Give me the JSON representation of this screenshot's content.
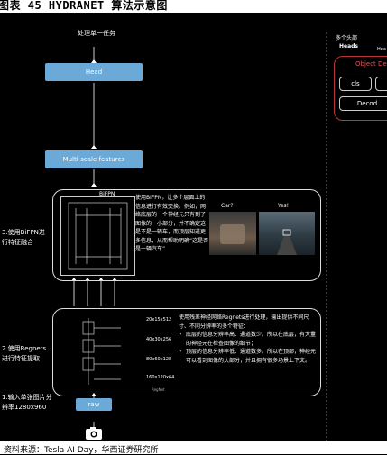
{
  "header": {
    "title": "图表 45 HYDRANET 算法示意图"
  },
  "diagram": {
    "top_title": "处理单一任务",
    "head_label": "Head",
    "multiscale_label": "Multi-scale features",
    "bifpn_box_label": "BiFPN",
    "bifpn_text": "使用BiFPN，让多个层面上的信息进行有效交换。例如，网络底层的一个神经元只有到了图像的一小部分，并不确定这是不是一辆车，而顶层知道更多信息，从而帮助明确“这是否是一辆汽车”",
    "car_label": "Car?",
    "yes_label": "Yes!",
    "regnets_text_intro": "使用残差神经网络Regnets进行处理，输出提供不同尺寸、不同分辨率的多个特征：",
    "regnets_bullets": [
      "底层的信息分辨率高、通道数少。所以在底层，有大量的神经元在检查图像的细节；",
      "顶层的信息分辨率低、通道数多。所以在顶部，神经元可以看到图像的大部分，并且拥有很多场景上下文。"
    ],
    "feature_sizes": [
      "20x15x512",
      "40x30x256",
      "80x60x128",
      "160x120x64"
    ],
    "regnet_label": "RegNet",
    "raw_label": "raw",
    "steps": [
      "3.使用BiFPN进行特征融合",
      "2.使用Regnets进行特征提取",
      "1.输入单张图片分辨率1280x960"
    ],
    "right_panel": {
      "title": "多个头部",
      "heads_label": "Heads",
      "heads_label2": "Hea",
      "object_label": "Object De",
      "cls_label": "cls",
      "decoder_label": "Decod"
    }
  },
  "footer": {
    "text": "资料来源：Tesla AI Day，华西证券研究所"
  }
}
